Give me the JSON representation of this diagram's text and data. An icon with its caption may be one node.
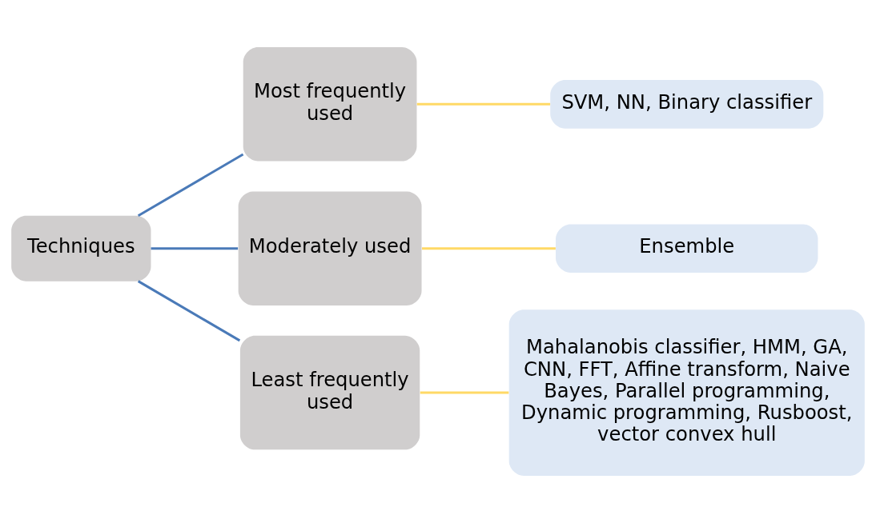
{
  "diagram": {
    "nodes": [
      {
        "text": [
          "Techniques"
        ]
      },
      {
        "text": [
          "Most frequently used"
        ]
      },
      {
        "text": [
          "Moderately used"
        ]
      },
      {
        "text": [
          "Least frequently used"
        ]
      },
      {
        "text": [
          "SVM, NN, Binary classifier"
        ]
      },
      {
        "text": [
          "Ensemble"
        ]
      },
      {
        "text": [
          "Mahalanobis classifier, HMM, GA, CNN, FFT, Affine transform, Naive Bayes, Parallel programming, Dynamic programming, Rusboost, vector convex hull"
        ]
      }
    ],
    "edges": [
      {
        "from": 0,
        "to": 1,
        "arrow": "none",
        "color": "#4a7ab8"
      },
      {
        "from": 0,
        "to": 2,
        "arrow": "none",
        "color": "#4a7ab8"
      },
      {
        "from": 0,
        "to": 3,
        "arrow": "none",
        "color": "#4a7ab8"
      },
      {
        "from": 1,
        "to": 4,
        "arrow": "none",
        "color": "#ffd966"
      },
      {
        "from": 2,
        "to": 5,
        "arrow": "none",
        "color": "#ffd966"
      },
      {
        "from": 3,
        "to": 6,
        "arrow": "none",
        "color": "#ffd966"
      }
    ]
  }
}
